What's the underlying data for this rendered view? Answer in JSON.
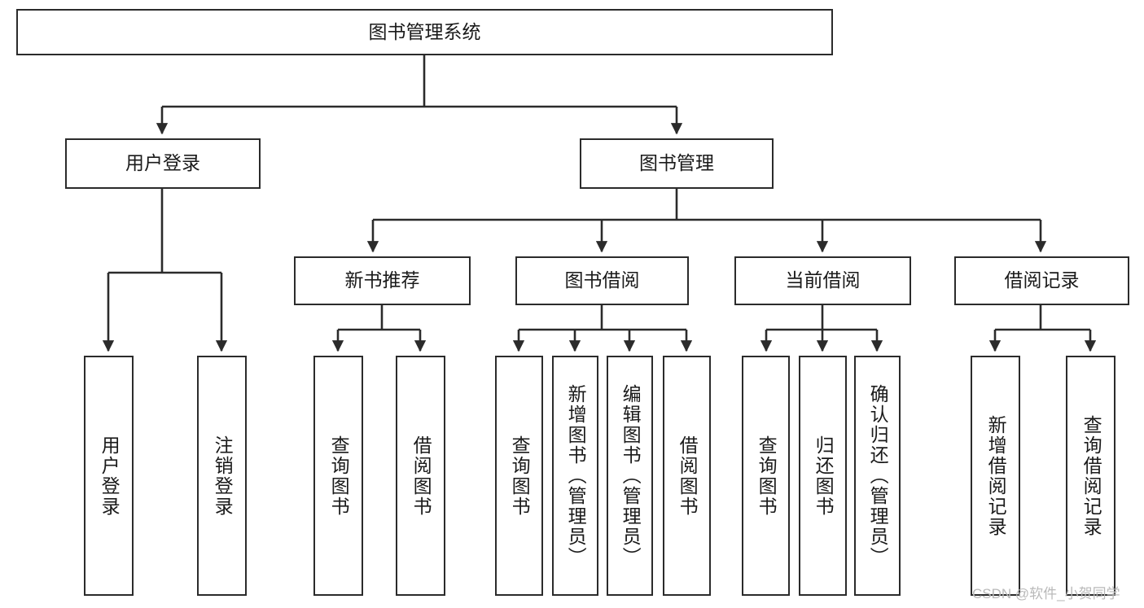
{
  "diagram": {
    "title": "图书管理系统",
    "type": "tree-hierarchy-diagram",
    "colors": {
      "box_border": "#2b2b2b",
      "connector": "#2b2b2b",
      "text": "#1a1a1a",
      "background": "#ffffff",
      "watermark": "#b9b9b9"
    },
    "root": {
      "label": "图书管理系统"
    },
    "level2": [
      {
        "label": "用户登录"
      },
      {
        "label": "图书管理"
      }
    ],
    "level3": [
      {
        "label": "新书推荐"
      },
      {
        "label": "图书借阅"
      },
      {
        "label": "当前借阅"
      },
      {
        "label": "借阅记录"
      }
    ],
    "leaves": {
      "user_login": [
        {
          "label": "用户登录"
        },
        {
          "label": "注销登录"
        }
      ],
      "new_book_recommend": [
        {
          "label": "查询图书"
        },
        {
          "label": "借阅图书"
        }
      ],
      "book_borrow": [
        {
          "label": "查询图书"
        },
        {
          "label": "新增图书（管理员）"
        },
        {
          "label": "编辑图书（管理员）"
        },
        {
          "label": "借阅图书"
        }
      ],
      "current_borrow": [
        {
          "label": "查询图书"
        },
        {
          "label": "归还图书"
        },
        {
          "label": "确认归还（管理员）"
        }
      ],
      "borrow_record": [
        {
          "label": "新增借阅记录"
        },
        {
          "label": "查询借阅记录"
        }
      ]
    }
  },
  "watermark": {
    "text": "CSDN @软件_小贺同学"
  }
}
